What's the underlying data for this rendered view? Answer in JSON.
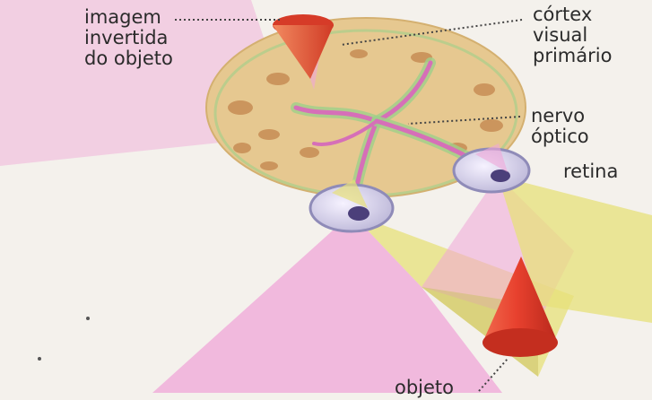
{
  "labels": {
    "inverted_image": "imagem\ninvertida\ndo objeto",
    "visual_cortex": "córtex\nvisual\nprimário",
    "optic_nerve": "nervo\nóptico",
    "retina": "retina",
    "object": "objeto"
  },
  "colors": {
    "background": "#f4f1ec",
    "magenta_light": "#f0a6d8",
    "yellow_light": "#e7e07a",
    "cone_red": "#e8412e",
    "brain_tissue": "#e6c890",
    "gyri": "#c08048",
    "nerve": "#d66fb8",
    "nerve_green": "#9fd08a"
  }
}
